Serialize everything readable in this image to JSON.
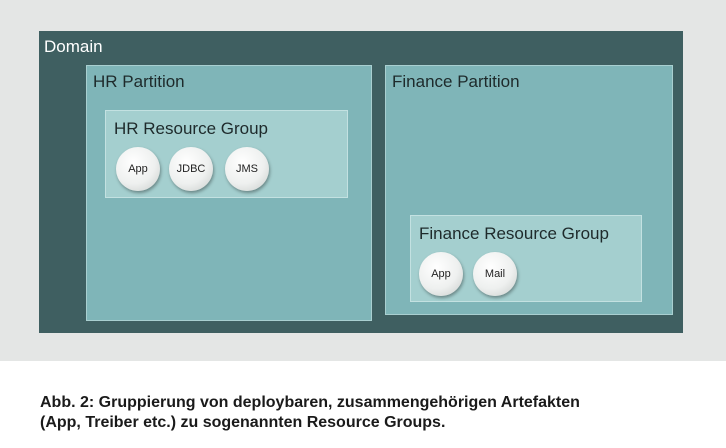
{
  "domain": {
    "label": "Domain"
  },
  "hr_partition": {
    "label": "HR Partition",
    "resource_group": {
      "label": "HR Resource Group",
      "artifacts": [
        "App",
        "JDBC",
        "JMS"
      ]
    }
  },
  "finance_partition": {
    "label": "Finance Partition",
    "resource_group": {
      "label": "Finance Resource Group",
      "artifacts": [
        "App",
        "Mail"
      ]
    }
  },
  "caption": {
    "line1": "Abb. 2: Gruppierung von deploybaren, zusammengehörigen Artefakten",
    "line2": "(App, Treiber etc.) zu sogenannten Resource Groups."
  }
}
